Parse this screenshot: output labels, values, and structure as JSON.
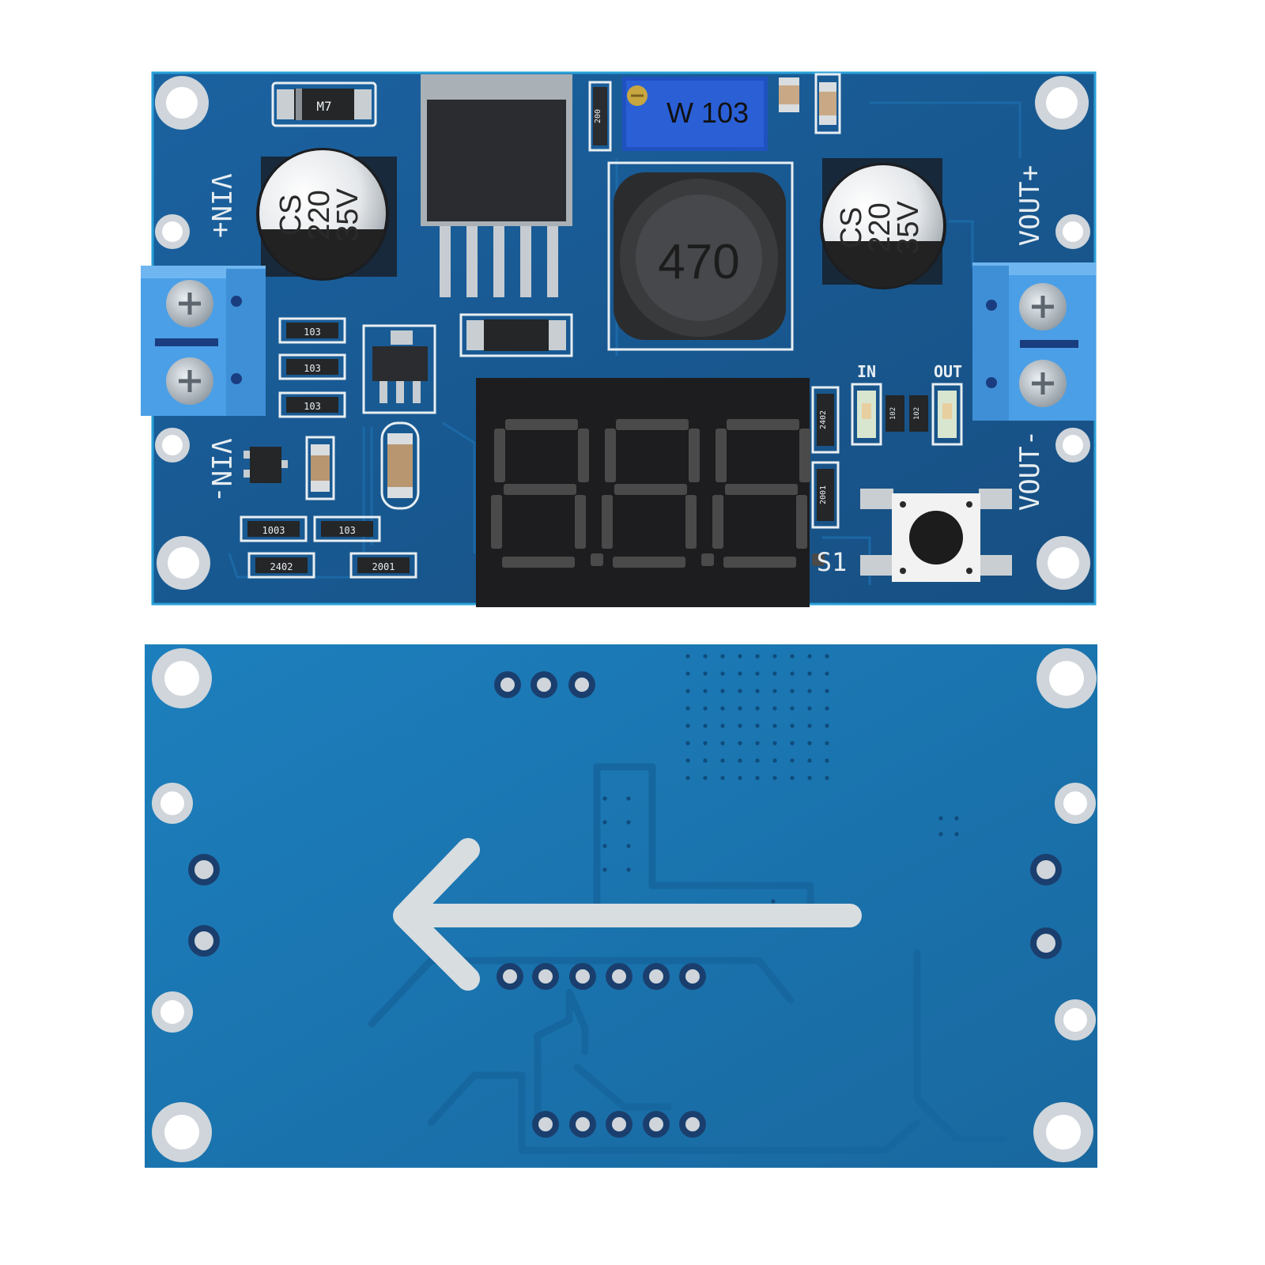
{
  "colors": {
    "pcb_front": "#1a5a8e",
    "pcb_back": "#1b73ad",
    "silkscreen": "#e8eef2",
    "terminal": "#4b9fe6",
    "seg_off": "#4a4a4a",
    "display_bg": "#1d1d1f"
  },
  "front": {
    "label_vin_plus": "VIN+",
    "label_vin_minus": "VIN-",
    "label_vout_plus": "VOUT+",
    "label_vout_minus": "VOUT-",
    "cap_left": {
      "line1": "CS",
      "line2": "220",
      "line3": "35V"
    },
    "cap_right": {
      "line1": "CS",
      "line2": "220",
      "line3": "35V"
    },
    "diode_label": "M7",
    "pot_label": "W 103",
    "pot_small": "200",
    "inductor_label": "470",
    "led_in_label": "IN",
    "led_out_label": "OUT",
    "switch_label": "S1",
    "display_digits": [
      "8.",
      "8.",
      "8."
    ],
    "resistors": {
      "r1": "103",
      "r2": "103",
      "r3": "103",
      "r4": "1003",
      "r5": "103",
      "r6": "2402",
      "r7": "2001",
      "r8": "2402",
      "r9": "2001",
      "r10": "102",
      "r11": "102"
    }
  },
  "back": {
    "arrow": "left-arrow-icon"
  }
}
